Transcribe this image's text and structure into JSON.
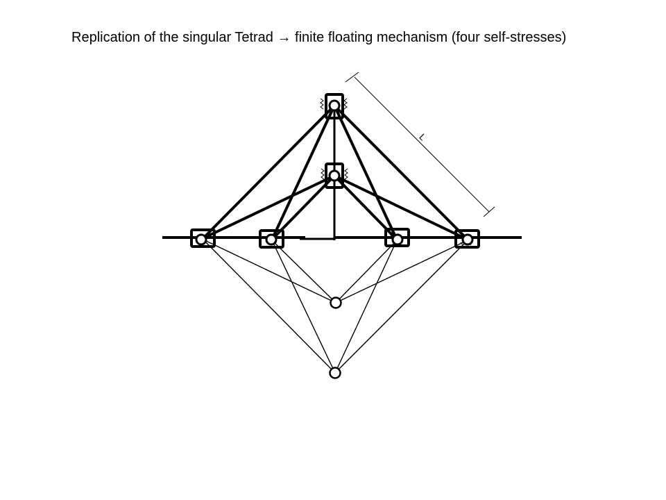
{
  "slide": {
    "title_before_arrow": "Replication of  the singular Tetrad",
    "title_arrow": "→",
    "title_after_arrow": " finite floating mechanism (four self-stresses)"
  },
  "diagram": {
    "length_label": "L",
    "colors": {
      "stroke": "#000000",
      "node_fill": "#ffffff"
    },
    "icons": {
      "node": "hinge-circle-icon",
      "support": "square-support-icon",
      "spring": "spring-icon"
    }
  }
}
